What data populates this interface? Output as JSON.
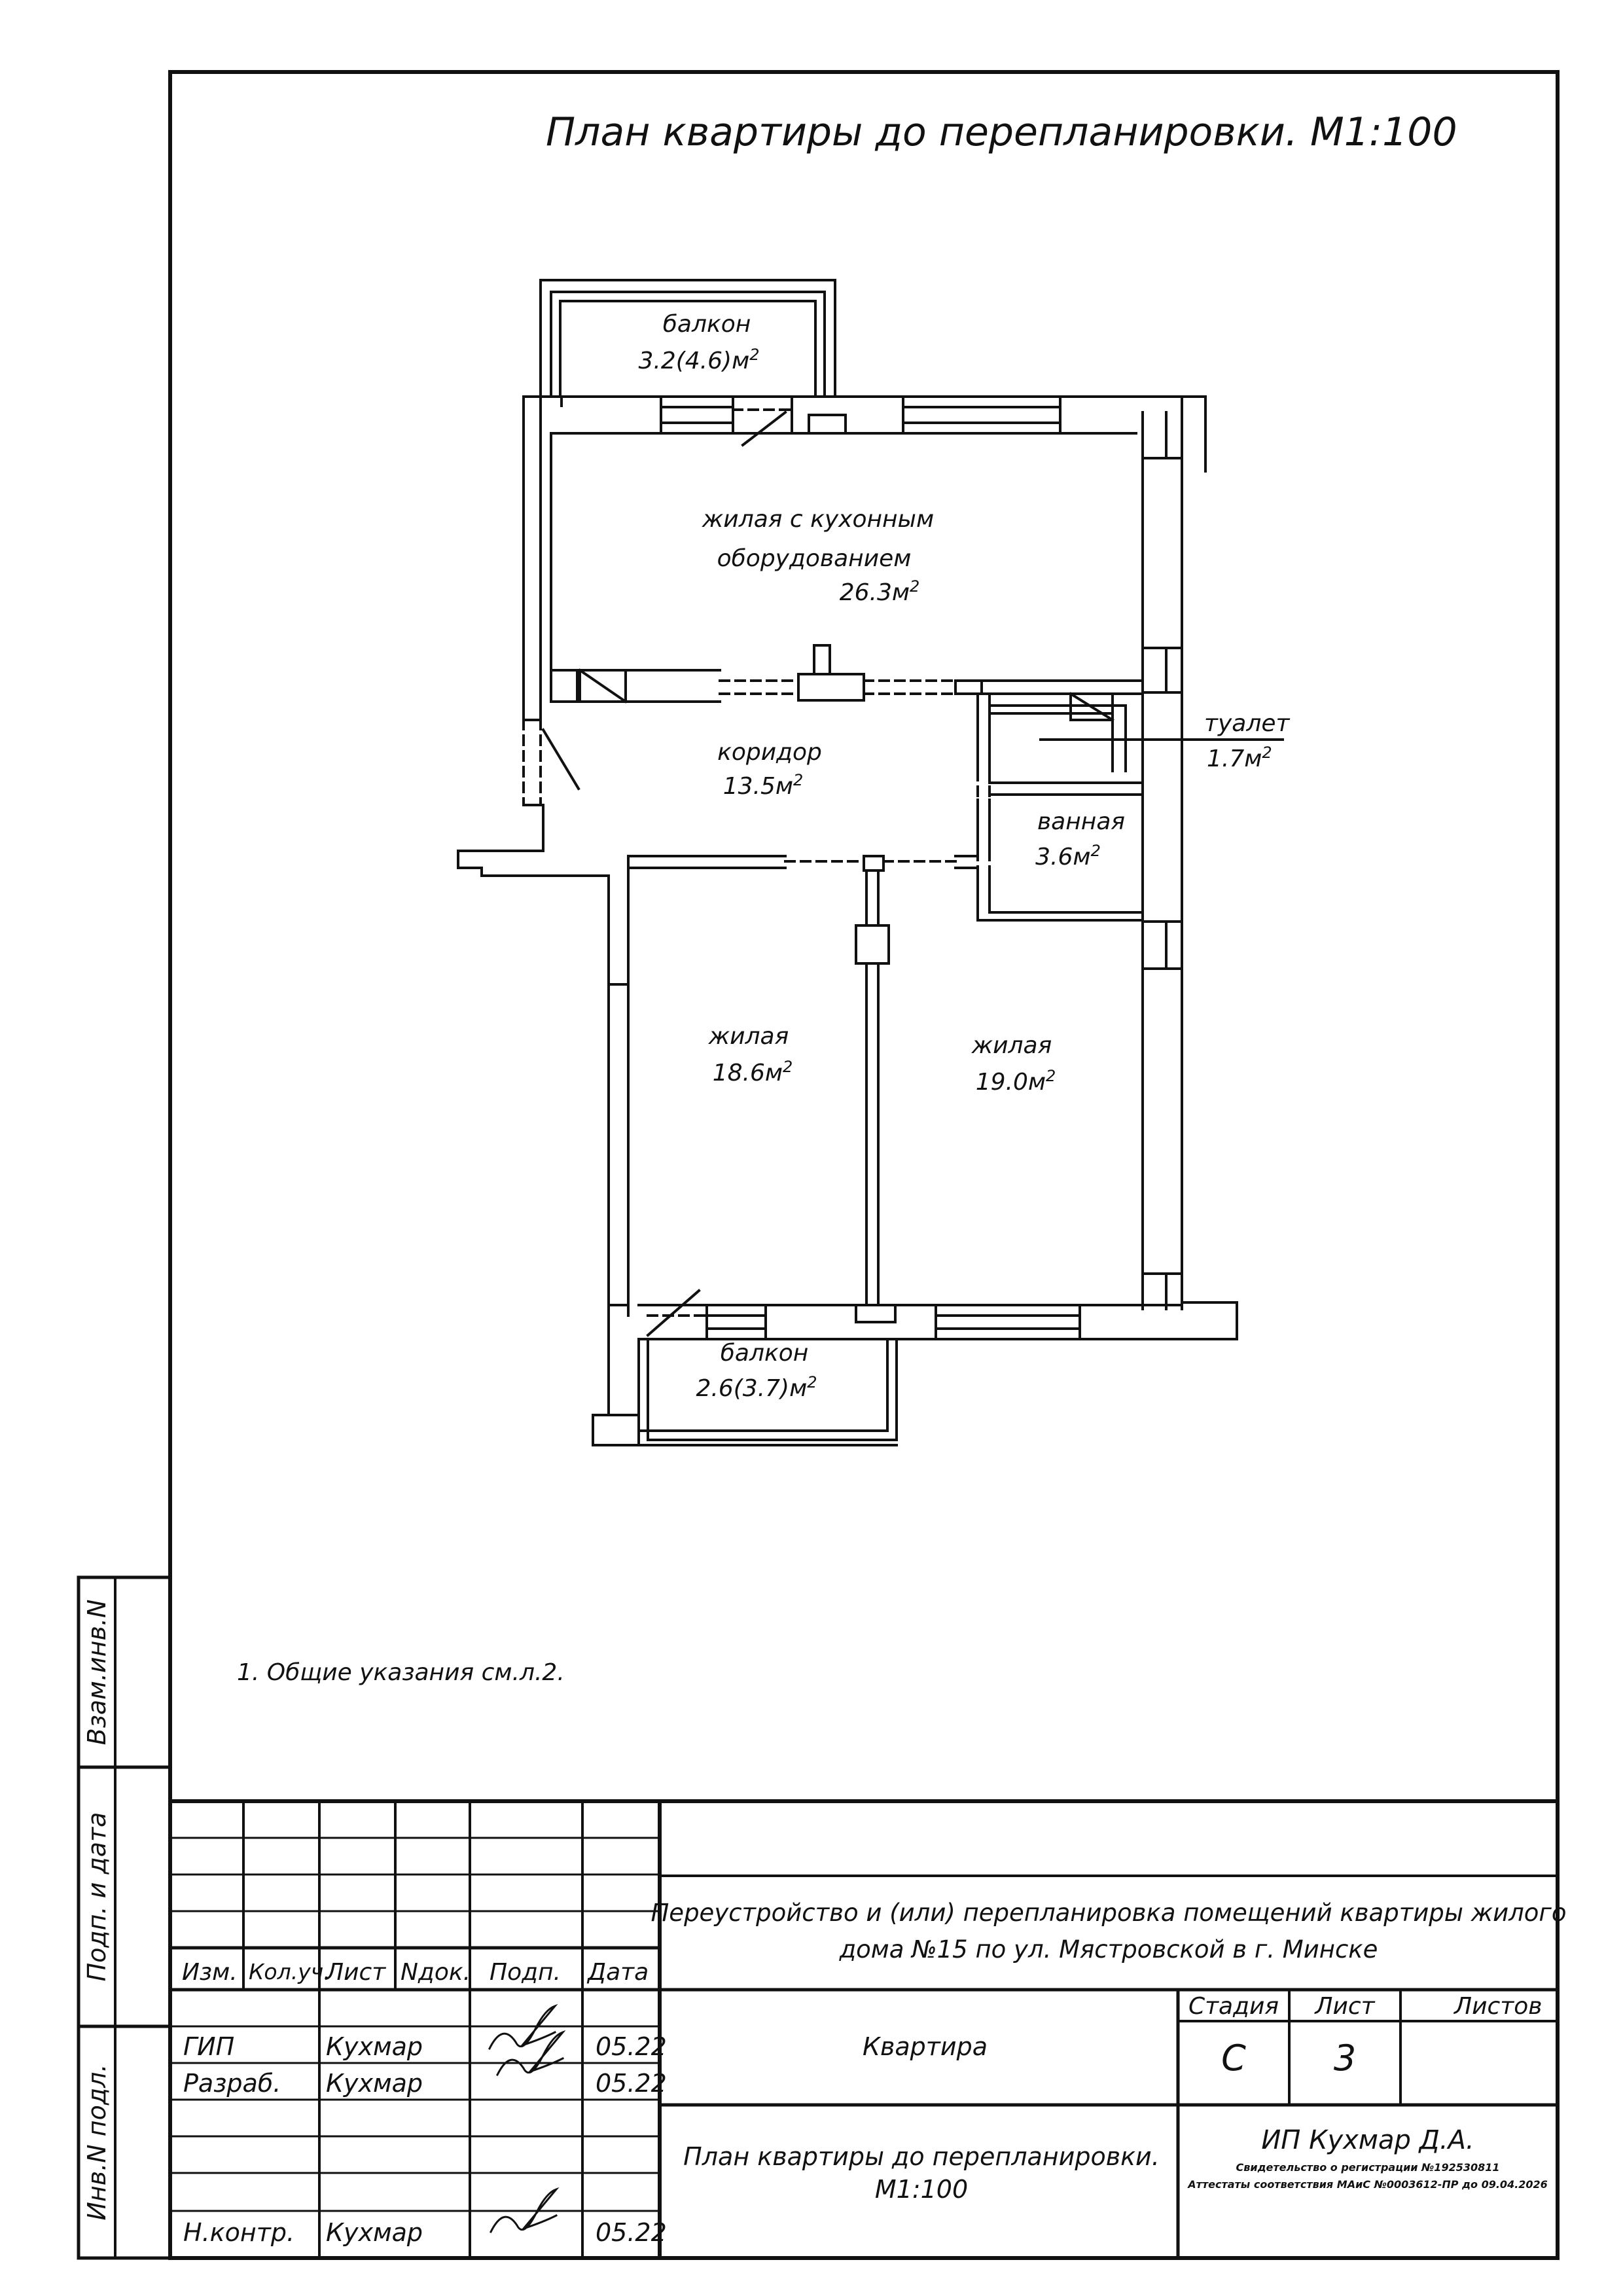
{
  "drawing": {
    "title": "План квартиры до перепланировки. М1:100",
    "note": "1. Общие указания см.л.2."
  },
  "rooms": [
    {
      "name": "балкон",
      "area": "3.2(4.6)м",
      "sup": "2"
    },
    {
      "name_line1": "жилая с кухонным",
      "name_line2": "оборудованием",
      "area": "26.3м",
      "sup": "2"
    },
    {
      "name": "коридор",
      "area": "13.5м",
      "sup": "2"
    },
    {
      "name": "туалет",
      "area": "1.7м",
      "sup": "2"
    },
    {
      "name": "ванная",
      "area": "3.6м",
      "sup": "2"
    },
    {
      "name": "жилая",
      "area": "18.6м",
      "sup": "2"
    },
    {
      "name": "жилая",
      "area": "19.0м",
      "sup": "2"
    },
    {
      "name": "балкон",
      "area": "2.6(3.7)м",
      "sup": "2"
    }
  ],
  "side_stamp": {
    "inv_zam": "Взам.инв.N",
    "podp_data": "Подп. и дата",
    "inv_podl": "Инв.N подл."
  },
  "title_block": {
    "headers": {
      "izm": "Изм.",
      "kol": "Кол.уч.",
      "list": "Лист",
      "ndok": "Nдок.",
      "podp": "Подп.",
      "data": "Дата"
    },
    "rows": [
      {
        "role": "ГИП",
        "name": "Кухмар",
        "date": "05.22"
      },
      {
        "role": "Разраб.",
        "name": "Кухмар",
        "date": "05.22"
      },
      {
        "role": "Н.контр.",
        "name": "Кухмар",
        "date": "05.22"
      }
    ],
    "project_line1": "Переустройство и (или) перепланировка помещений квартиры  жилого",
    "project_line2": "дома №15 по ул. Мястровской в г. Минске",
    "object": "Квартира",
    "stage_label": "Стадия",
    "sheet_label": "Лист",
    "sheets_label": "Листов",
    "stage": "С",
    "sheet": "3",
    "sheet_title_line1": "План квартиры до перепланировки.",
    "sheet_title_line2": "М1:100",
    "company": "ИП Кухмар Д.А.",
    "cert_line1": "Свидетельство о регистрации №192530811",
    "cert_line2": "Аттестаты соответствия МАиС №0003612-ПР до 09.04.2026"
  }
}
